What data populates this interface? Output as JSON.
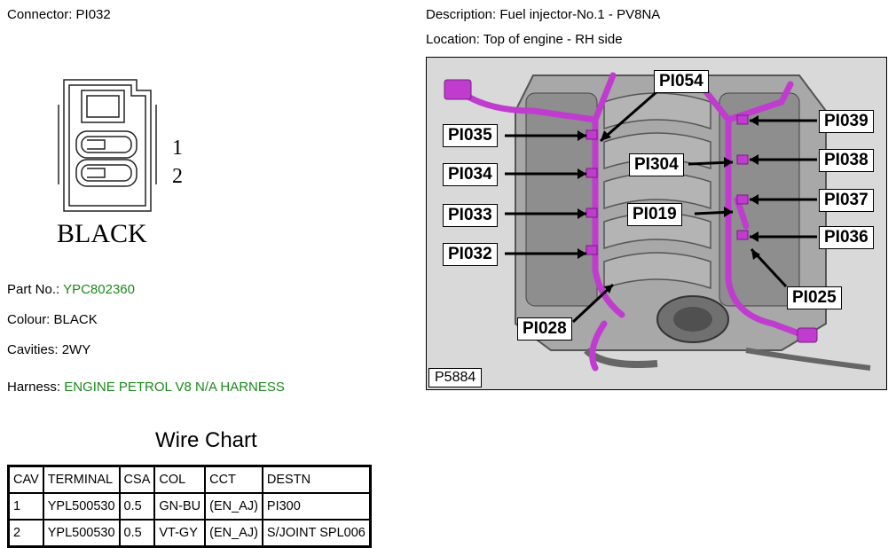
{
  "connector": {
    "label": "Connector:",
    "value": "PI032"
  },
  "description": {
    "label": "Description:",
    "value": "Fuel injector-No.1 - PV8NA"
  },
  "location": {
    "label": "Location:",
    "value": "Top of engine - RH side"
  },
  "diagram": {
    "pin1": "1",
    "pin2": "2",
    "colour_text": "BLACK"
  },
  "part_no": {
    "label": "Part No.:",
    "value": "YPC802360"
  },
  "colour": {
    "label": "Colour:",
    "value": "BLACK"
  },
  "cavities": {
    "label": "Cavities:",
    "value": "2WY"
  },
  "harness": {
    "label": "Harness:",
    "value": "ENGINE PETROL V8 N/A HARNESS"
  },
  "photo": {
    "figure_id": "P5884",
    "callouts": [
      "PI054",
      "PI035",
      "PI034",
      "PI033",
      "PI032",
      "PI028",
      "PI039",
      "PI304",
      "PI038",
      "PI019",
      "PI037",
      "PI036",
      "PI025"
    ]
  },
  "wire_chart": {
    "title": "Wire Chart",
    "headers": [
      "CAV",
      "TERMINAL",
      "CSA",
      "COL",
      "CCT",
      "DESTN"
    ],
    "rows": [
      [
        "1",
        "YPL500530",
        "0.5",
        "GN-BU",
        "(EN_AJ)",
        "PI300"
      ],
      [
        "2",
        "YPL500530",
        "0.5",
        "VT-GY",
        "(EN_AJ)",
        "S/JOINT SPL006"
      ]
    ]
  },
  "colors": {
    "accent_green": "#1a8a1a",
    "harness_magenta": "#c03ccf"
  }
}
